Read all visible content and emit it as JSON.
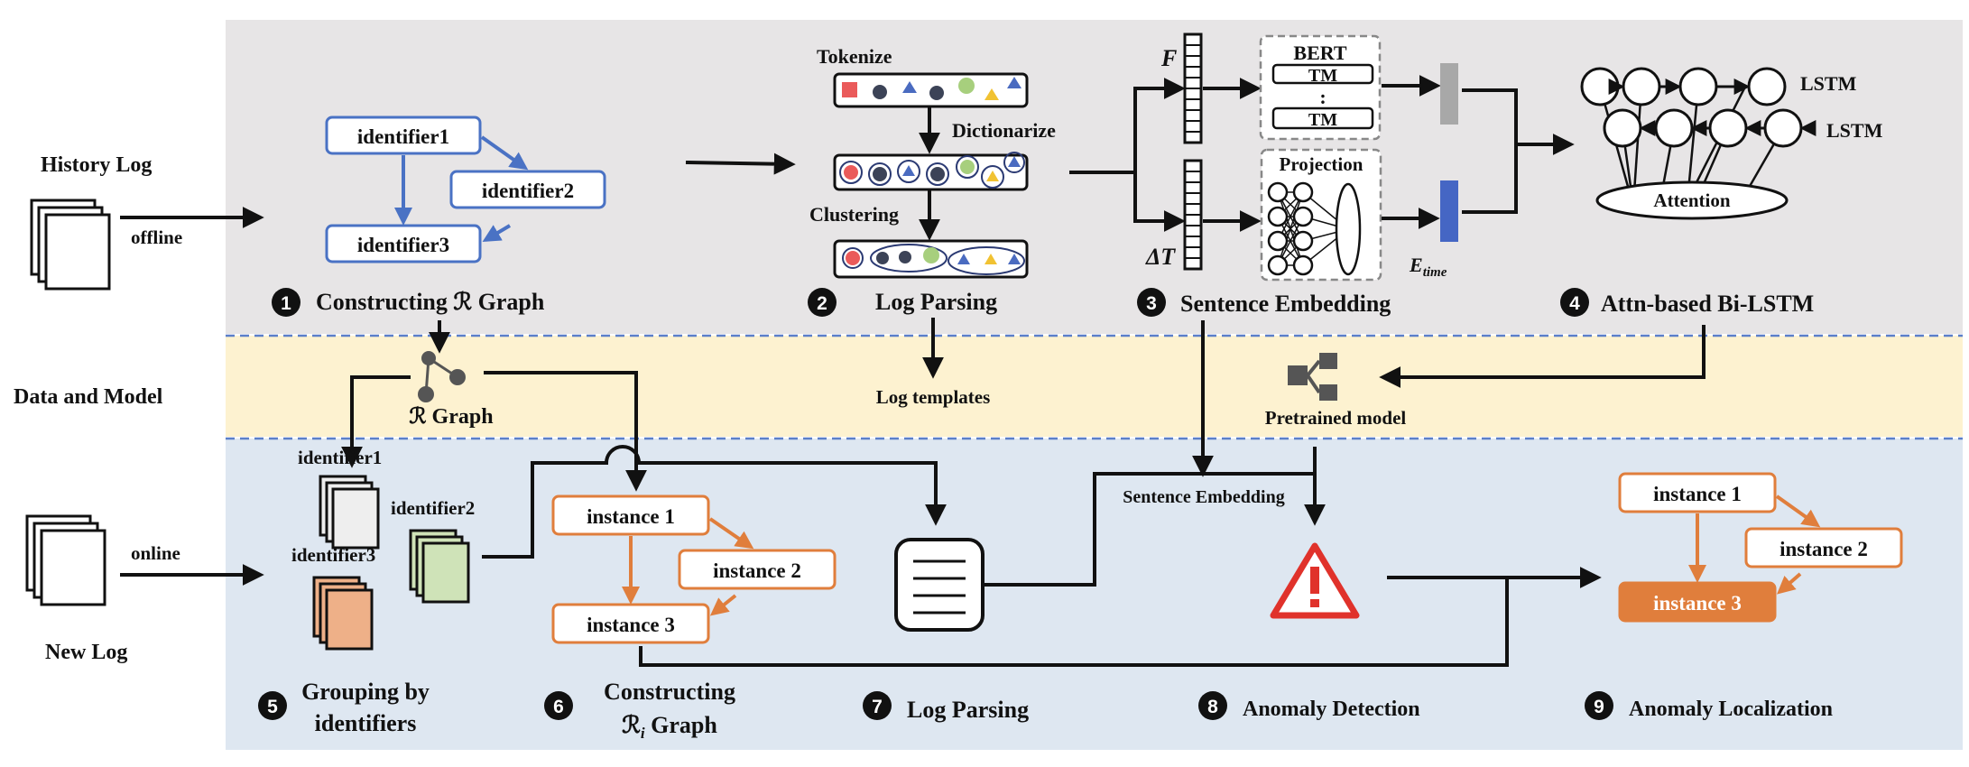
{
  "colors": {
    "offline_band": "#e7e5e6",
    "data_band": "#fdf2d0",
    "online_band": "#dee7f1",
    "identifier_blue": "#4a72c4",
    "instance_orange": "#e07e3c",
    "instance_fill": "#e07e3c",
    "alert_red": "#e0322b",
    "etime_blue": "#4566c4",
    "gray_bar": "#a8a8a8",
    "line_black": "#111111",
    "dash_blue": "#5b7fc9"
  },
  "side_labels": {
    "history_log": "History Log",
    "offline": "offline",
    "data_and_model": "Data and Model",
    "online": "online",
    "new_log": "New Log"
  },
  "offline": {
    "step1": {
      "num": "1",
      "title": "Constructing ℛ Graph"
    },
    "identifiers": [
      "identifier1",
      "identifier2",
      "identifier3"
    ],
    "step2": {
      "num": "2",
      "title": "Log Parsing",
      "tokenize": "Tokenize",
      "dictionarize": "Dictionarize",
      "clustering": "Clustering"
    },
    "step3": {
      "num": "3",
      "title": "Sentence Embedding",
      "f_label": "F",
      "dt_label": "ΔT",
      "bert": "BERT",
      "tm1": "TM",
      "dots": ":",
      "tm2": "TM",
      "projection": "Projection",
      "etime": "E",
      "etime_sub": "time"
    },
    "step4": {
      "num": "4",
      "title": "Attn-based Bi-LSTM",
      "lstm1": "LSTM",
      "lstm2": "LSTM",
      "attention": "Attention"
    }
  },
  "data_model": {
    "r_graph": "ℛ Graph",
    "log_templates": "Log templates",
    "pretrained_model": "Pretrained model"
  },
  "online": {
    "group_identifiers": [
      "identifier1",
      "identifier2",
      "identifier3"
    ],
    "instances": [
      "instance 1",
      "instance 2",
      "instance 3"
    ],
    "sentence_embedding": "Sentence Embedding",
    "localized_instances": [
      "instance 1",
      "instance 2",
      "instance 3"
    ],
    "step5": {
      "num": "5",
      "title_line1": "Grouping by",
      "title_line2": "identifiers"
    },
    "step6": {
      "num": "6",
      "title_line1": "Constructing",
      "title_line2": "ℛ",
      "title_sub": "i",
      "title_line2_rest": " Graph"
    },
    "step7": {
      "num": "7",
      "title": "Log Parsing"
    },
    "step8": {
      "num": "8",
      "title": "Anomaly Detection"
    },
    "step9": {
      "num": "9",
      "title": "Anomaly Localization"
    }
  }
}
